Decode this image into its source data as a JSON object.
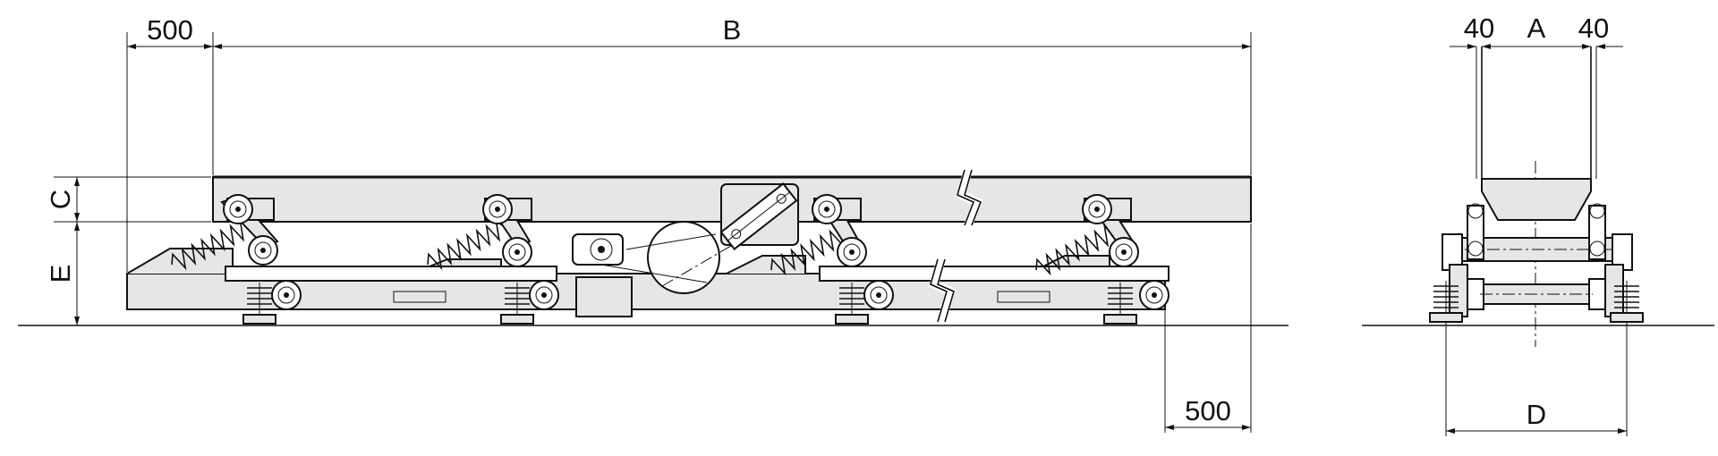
{
  "dimensions": {
    "inlet_offset": "500",
    "length": "B",
    "trough_height": "C",
    "frame_height": "E",
    "outlet_offset": "500",
    "side_clearance_left": "40",
    "trough_width": "A",
    "side_clearance_right": "40",
    "base_width": "D"
  },
  "icons": {
    "spring": "coil-spring-icon",
    "pivot": "pivot-link-icon",
    "motor": "drive-motor-icon",
    "flywheel": "flywheel-icon",
    "break": "break-line-icon"
  }
}
